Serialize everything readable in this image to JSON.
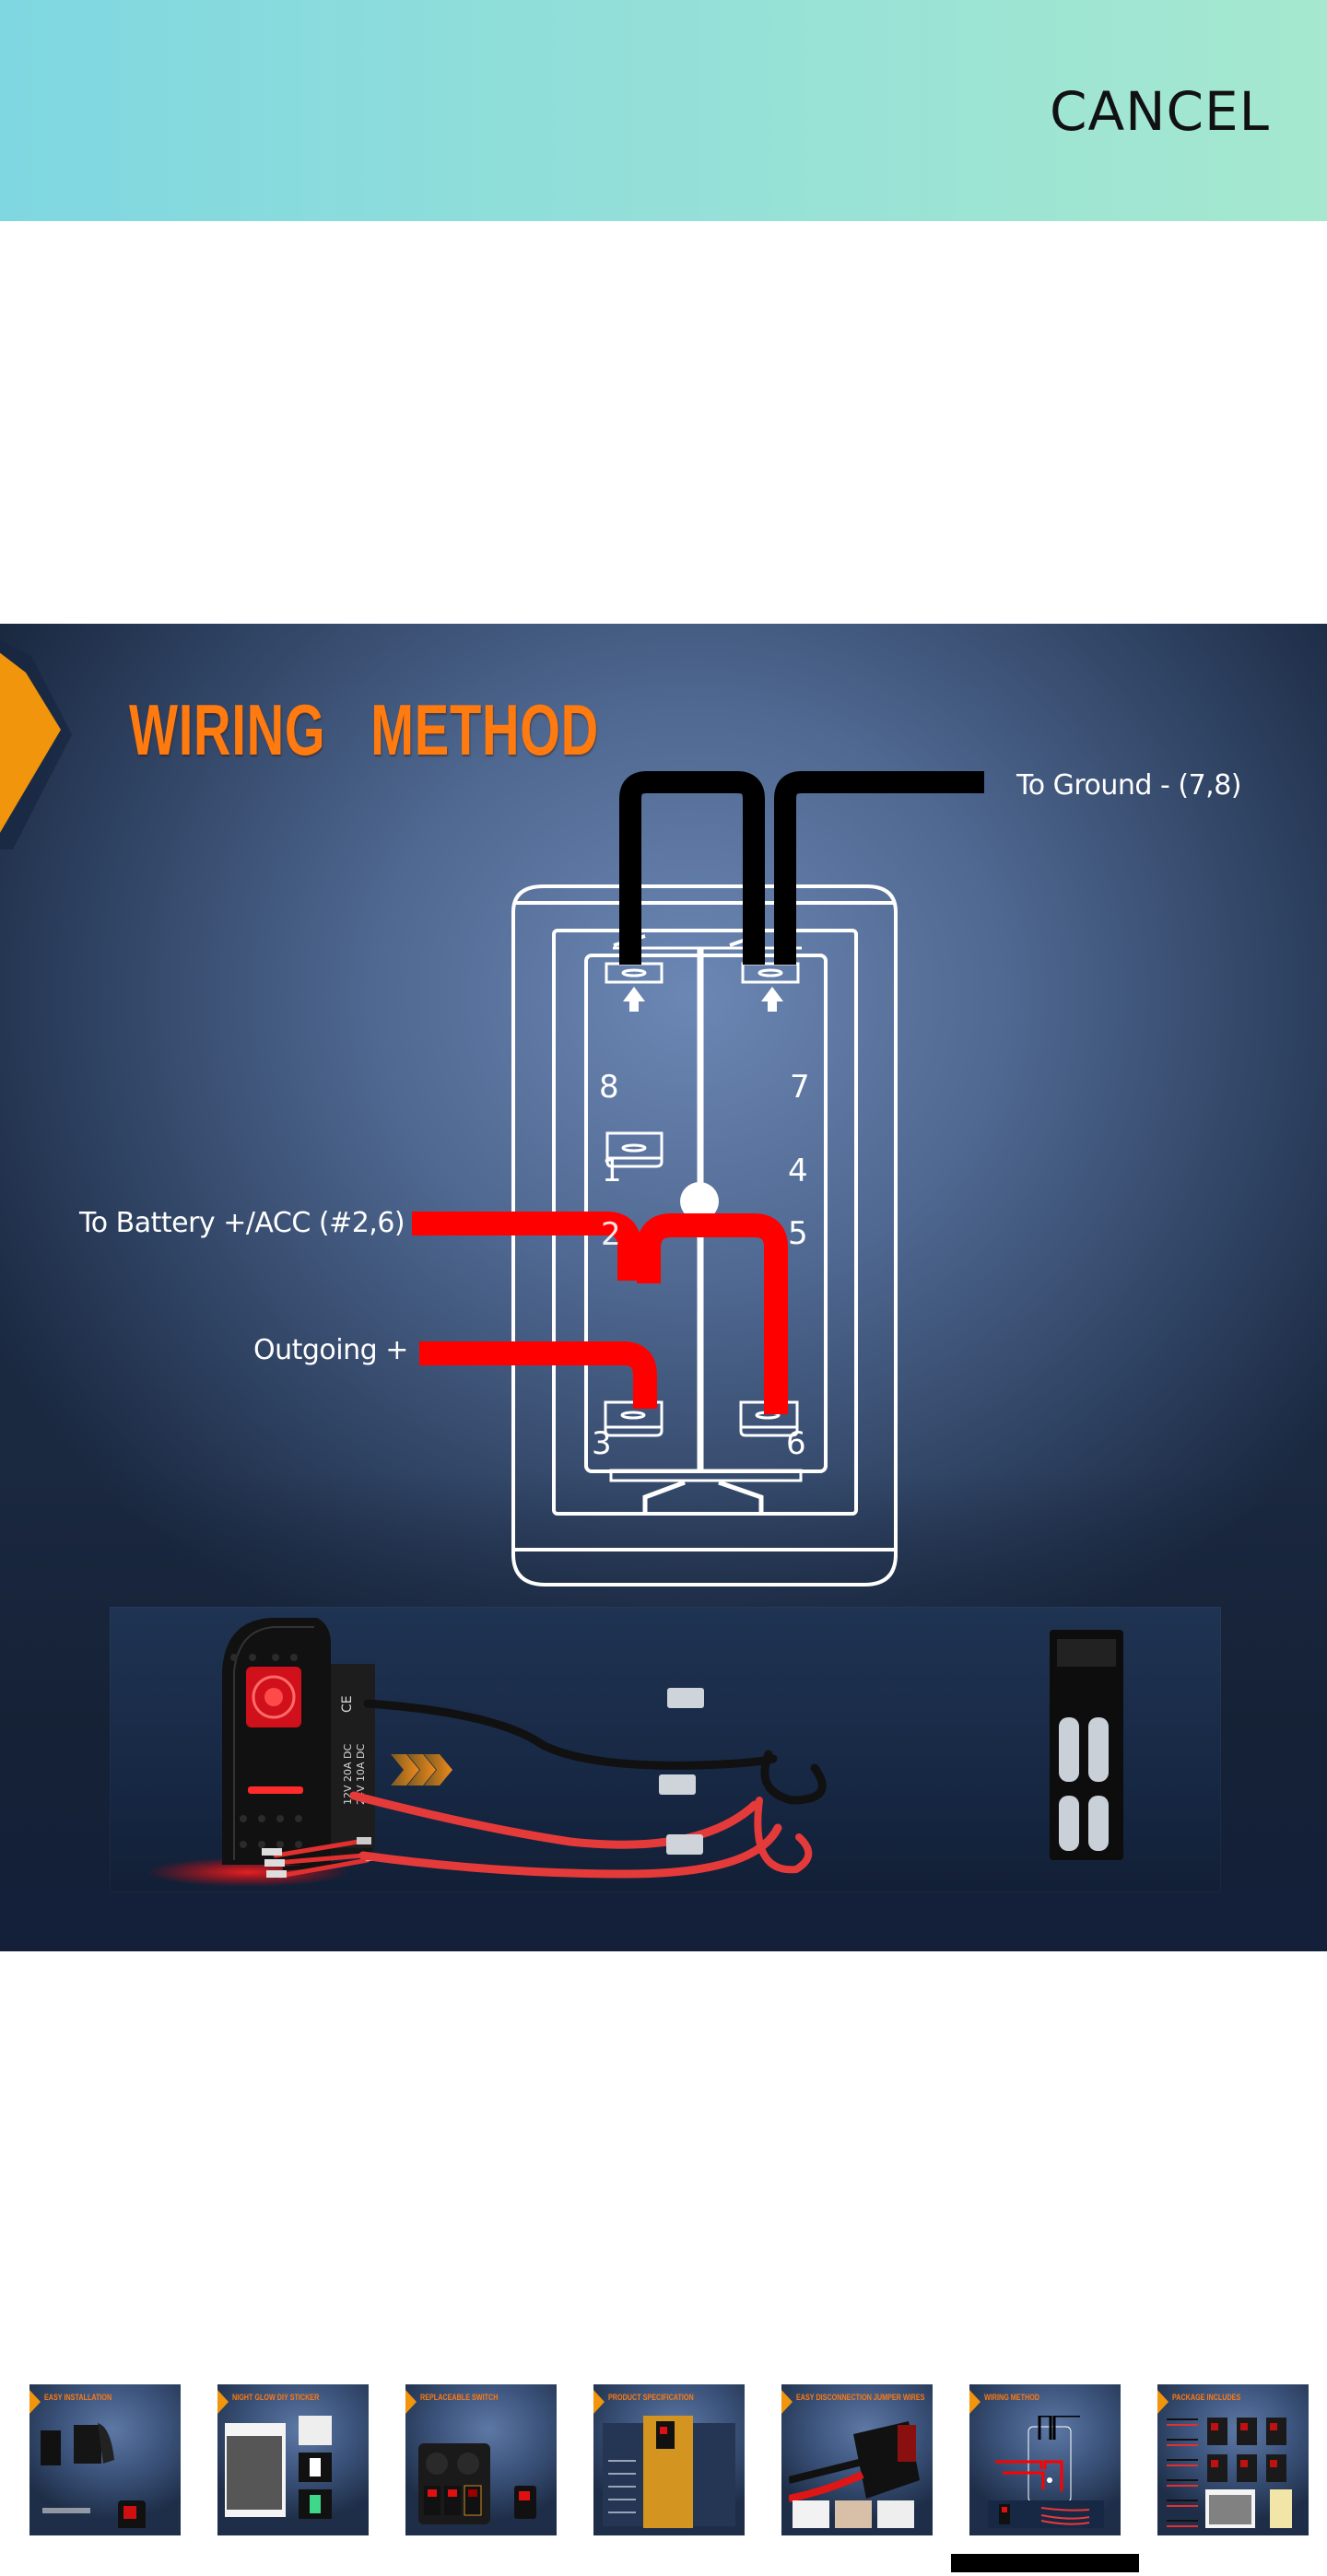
{
  "header": {
    "cancel_label": "CANCEL",
    "gradient_start": "#7fd7e1",
    "gradient_end": "#a5e8cf"
  },
  "main_image": {
    "title": "WIRING   METHOD",
    "title_color": "#ff7a0f",
    "labels": {
      "ground": "To Ground - (7,8)",
      "battery": "To Battery +/ACC (#2,6)",
      "outgoing": "Outgoing +"
    },
    "pins": [
      "8",
      "7",
      "1",
      "4",
      "2",
      "5",
      "3",
      "6"
    ],
    "wire_colors": {
      "ground": "#000000",
      "power": "#ff0000"
    },
    "product_photo": {
      "switch_markings": [
        "CE",
        "12V 20A DC",
        "24V 10A DC"
      ],
      "arrow_icon": "chevrons-right-icon"
    }
  },
  "thumbnails": [
    {
      "title": "EASY  INSTALLATION",
      "selected": false
    },
    {
      "title": "NIGHT GLOW DIY STICKER",
      "selected": false
    },
    {
      "title": "REPLACEABLE SWITCH",
      "selected": false
    },
    {
      "title": "PRODUCT  SPECIFICATION",
      "selected": false
    },
    {
      "title": "EASY  DISCONNECTION  JUMPER  WIRES",
      "selected": false
    },
    {
      "title": "WIRING  METHOD",
      "selected": true
    },
    {
      "title": "PACKAGE INCLUDES",
      "selected": false
    }
  ],
  "selected_index": 5
}
